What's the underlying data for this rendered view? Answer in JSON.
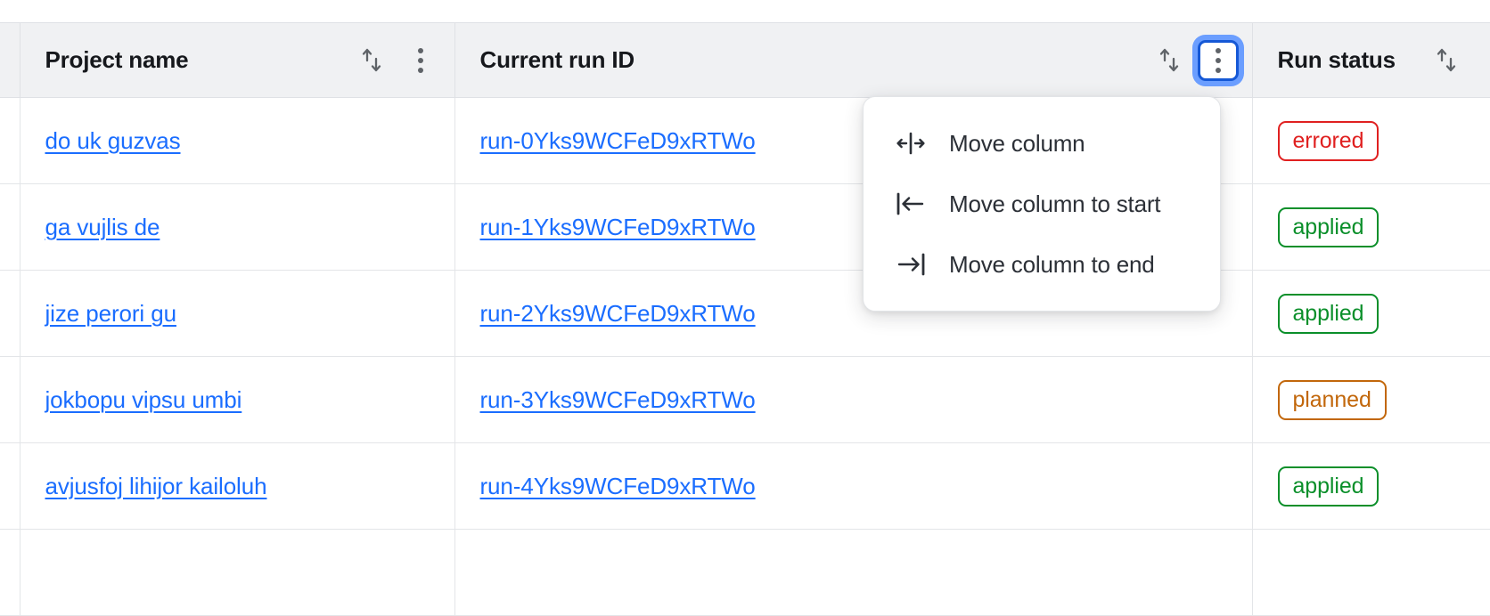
{
  "table": {
    "columns": [
      {
        "key": "gutter",
        "label": "",
        "has_sort": false,
        "has_menu": false
      },
      {
        "key": "project",
        "label": "Project name",
        "has_sort": true,
        "has_menu": true,
        "menu_focused": false
      },
      {
        "key": "runid",
        "label": "Current run ID",
        "has_sort": true,
        "has_menu": true,
        "menu_focused": true
      },
      {
        "key": "status",
        "label": "Run status",
        "has_sort": true,
        "has_menu": false,
        "menu_focused": false
      }
    ],
    "rows": [
      {
        "project": "do uk guzvas",
        "run_id": "run-0Yks9WCFeD9xRTWo",
        "status": "errored",
        "status_kind": "errored"
      },
      {
        "project": "ga vujlis de",
        "run_id": "run-1Yks9WCFeD9xRTWo",
        "status": "applied",
        "status_kind": "applied"
      },
      {
        "project": "jize perori gu",
        "run_id": "run-2Yks9WCFeD9xRTWo",
        "status": "applied",
        "status_kind": "applied"
      },
      {
        "project": "jokbopu vipsu umbi",
        "run_id": "run-3Yks9WCFeD9xRTWo",
        "status": "planned",
        "status_kind": "planned"
      },
      {
        "project": "avjusfoj lihijor kailoluh",
        "run_id": "run-4Yks9WCFeD9xRTWo",
        "status": "applied",
        "status_kind": "applied"
      }
    ]
  },
  "column_menu": {
    "open_for_column": "Current run ID",
    "items": [
      {
        "icon": "move-column-icon",
        "label": "Move column"
      },
      {
        "icon": "move-column-to-start-icon",
        "label": "Move column to start"
      },
      {
        "icon": "move-column-to-end-icon",
        "label": "Move column to end"
      }
    ]
  },
  "colors": {
    "link": "#1a6dff",
    "header_bg": "#f0f1f3",
    "border": "#e3e5e8",
    "focus_ring": "#1558d6",
    "focus_halo": "#6b9eff",
    "status_errored": "#e02020",
    "status_applied": "#0a8f2a",
    "status_planned": "#c2670b"
  }
}
